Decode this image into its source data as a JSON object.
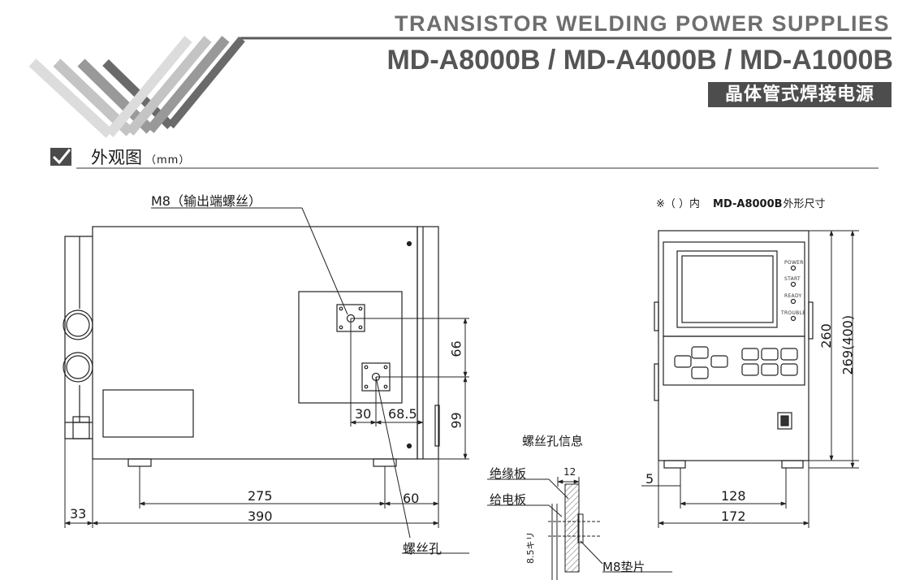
{
  "header": {
    "title": "TRANSISTOR WELDING POWER SUPPLIES",
    "models": "MD-A8000B / MD-A4000B / MD-A1000B",
    "subtitle_cn": "晶体管式焊接电源"
  },
  "section": {
    "title": "外观图",
    "unit": "（mm）"
  },
  "labels": {
    "m8_output": "M8（输出端螺丝）",
    "screw_hole": "螺丝孔",
    "screw_info": "螺丝孔信息",
    "insulation_plate": "绝缘板",
    "power_plate": "给电板",
    "m8_washer": "M8垫片",
    "thickness": "12",
    "truncated_dim": "8.5キリ",
    "note_prefix": "※（  ）内",
    "note_model": "MD-A8000B",
    "note_suffix": "外形尺寸"
  },
  "indicators": [
    "POWER",
    "START",
    "READY",
    "TROUBLE"
  ],
  "dimensions": {
    "d66": "66",
    "d99": "99",
    "d30": "30",
    "d68_5": "68.5",
    "d275": "275",
    "d60": "60",
    "d390": "390",
    "d33": "33",
    "d5": "5",
    "d128": "128",
    "d172": "172",
    "d260": "260",
    "d269_400": "269(400)"
  }
}
